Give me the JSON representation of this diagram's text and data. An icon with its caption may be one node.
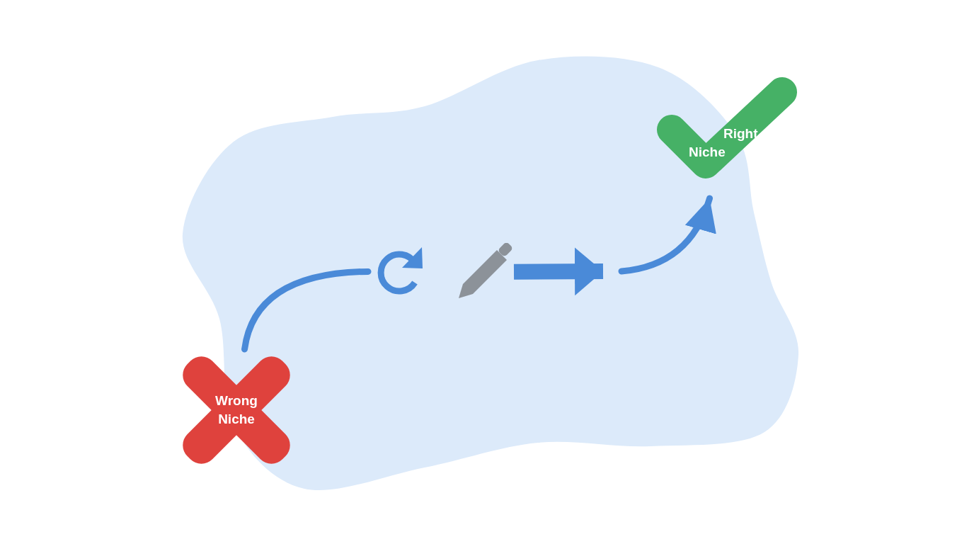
{
  "diagram": {
    "nodes": [
      {
        "text": [
          "Wrong Niche"
        ]
      },
      {
        "text": [],
        "shape": "icon"
      },
      {
        "text": [],
        "shape": "icon"
      },
      {
        "text": [
          "Right Niche"
        ]
      }
    ],
    "edges": [
      {
        "from": 0,
        "to": 1,
        "arrow": "none"
      },
      {
        "from": 2,
        "to": null,
        "arrow": "to",
        "style": "thick"
      },
      {
        "from": null,
        "to": 3,
        "arrow": "to"
      }
    ]
  }
}
